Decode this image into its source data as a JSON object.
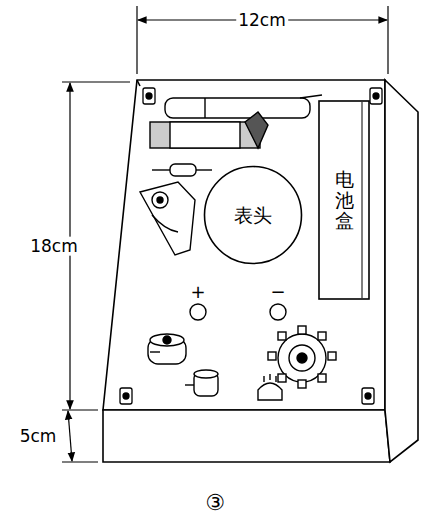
{
  "diagram": {
    "caption": "③",
    "nodes": [
      {
        "text": [
          "表头"
        ]
      },
      {
        "text": [
          "电池盒"
        ]
      }
    ],
    "labels": [
      "12cm",
      "18cm",
      "5cm",
      "+",
      "−"
    ]
  }
}
